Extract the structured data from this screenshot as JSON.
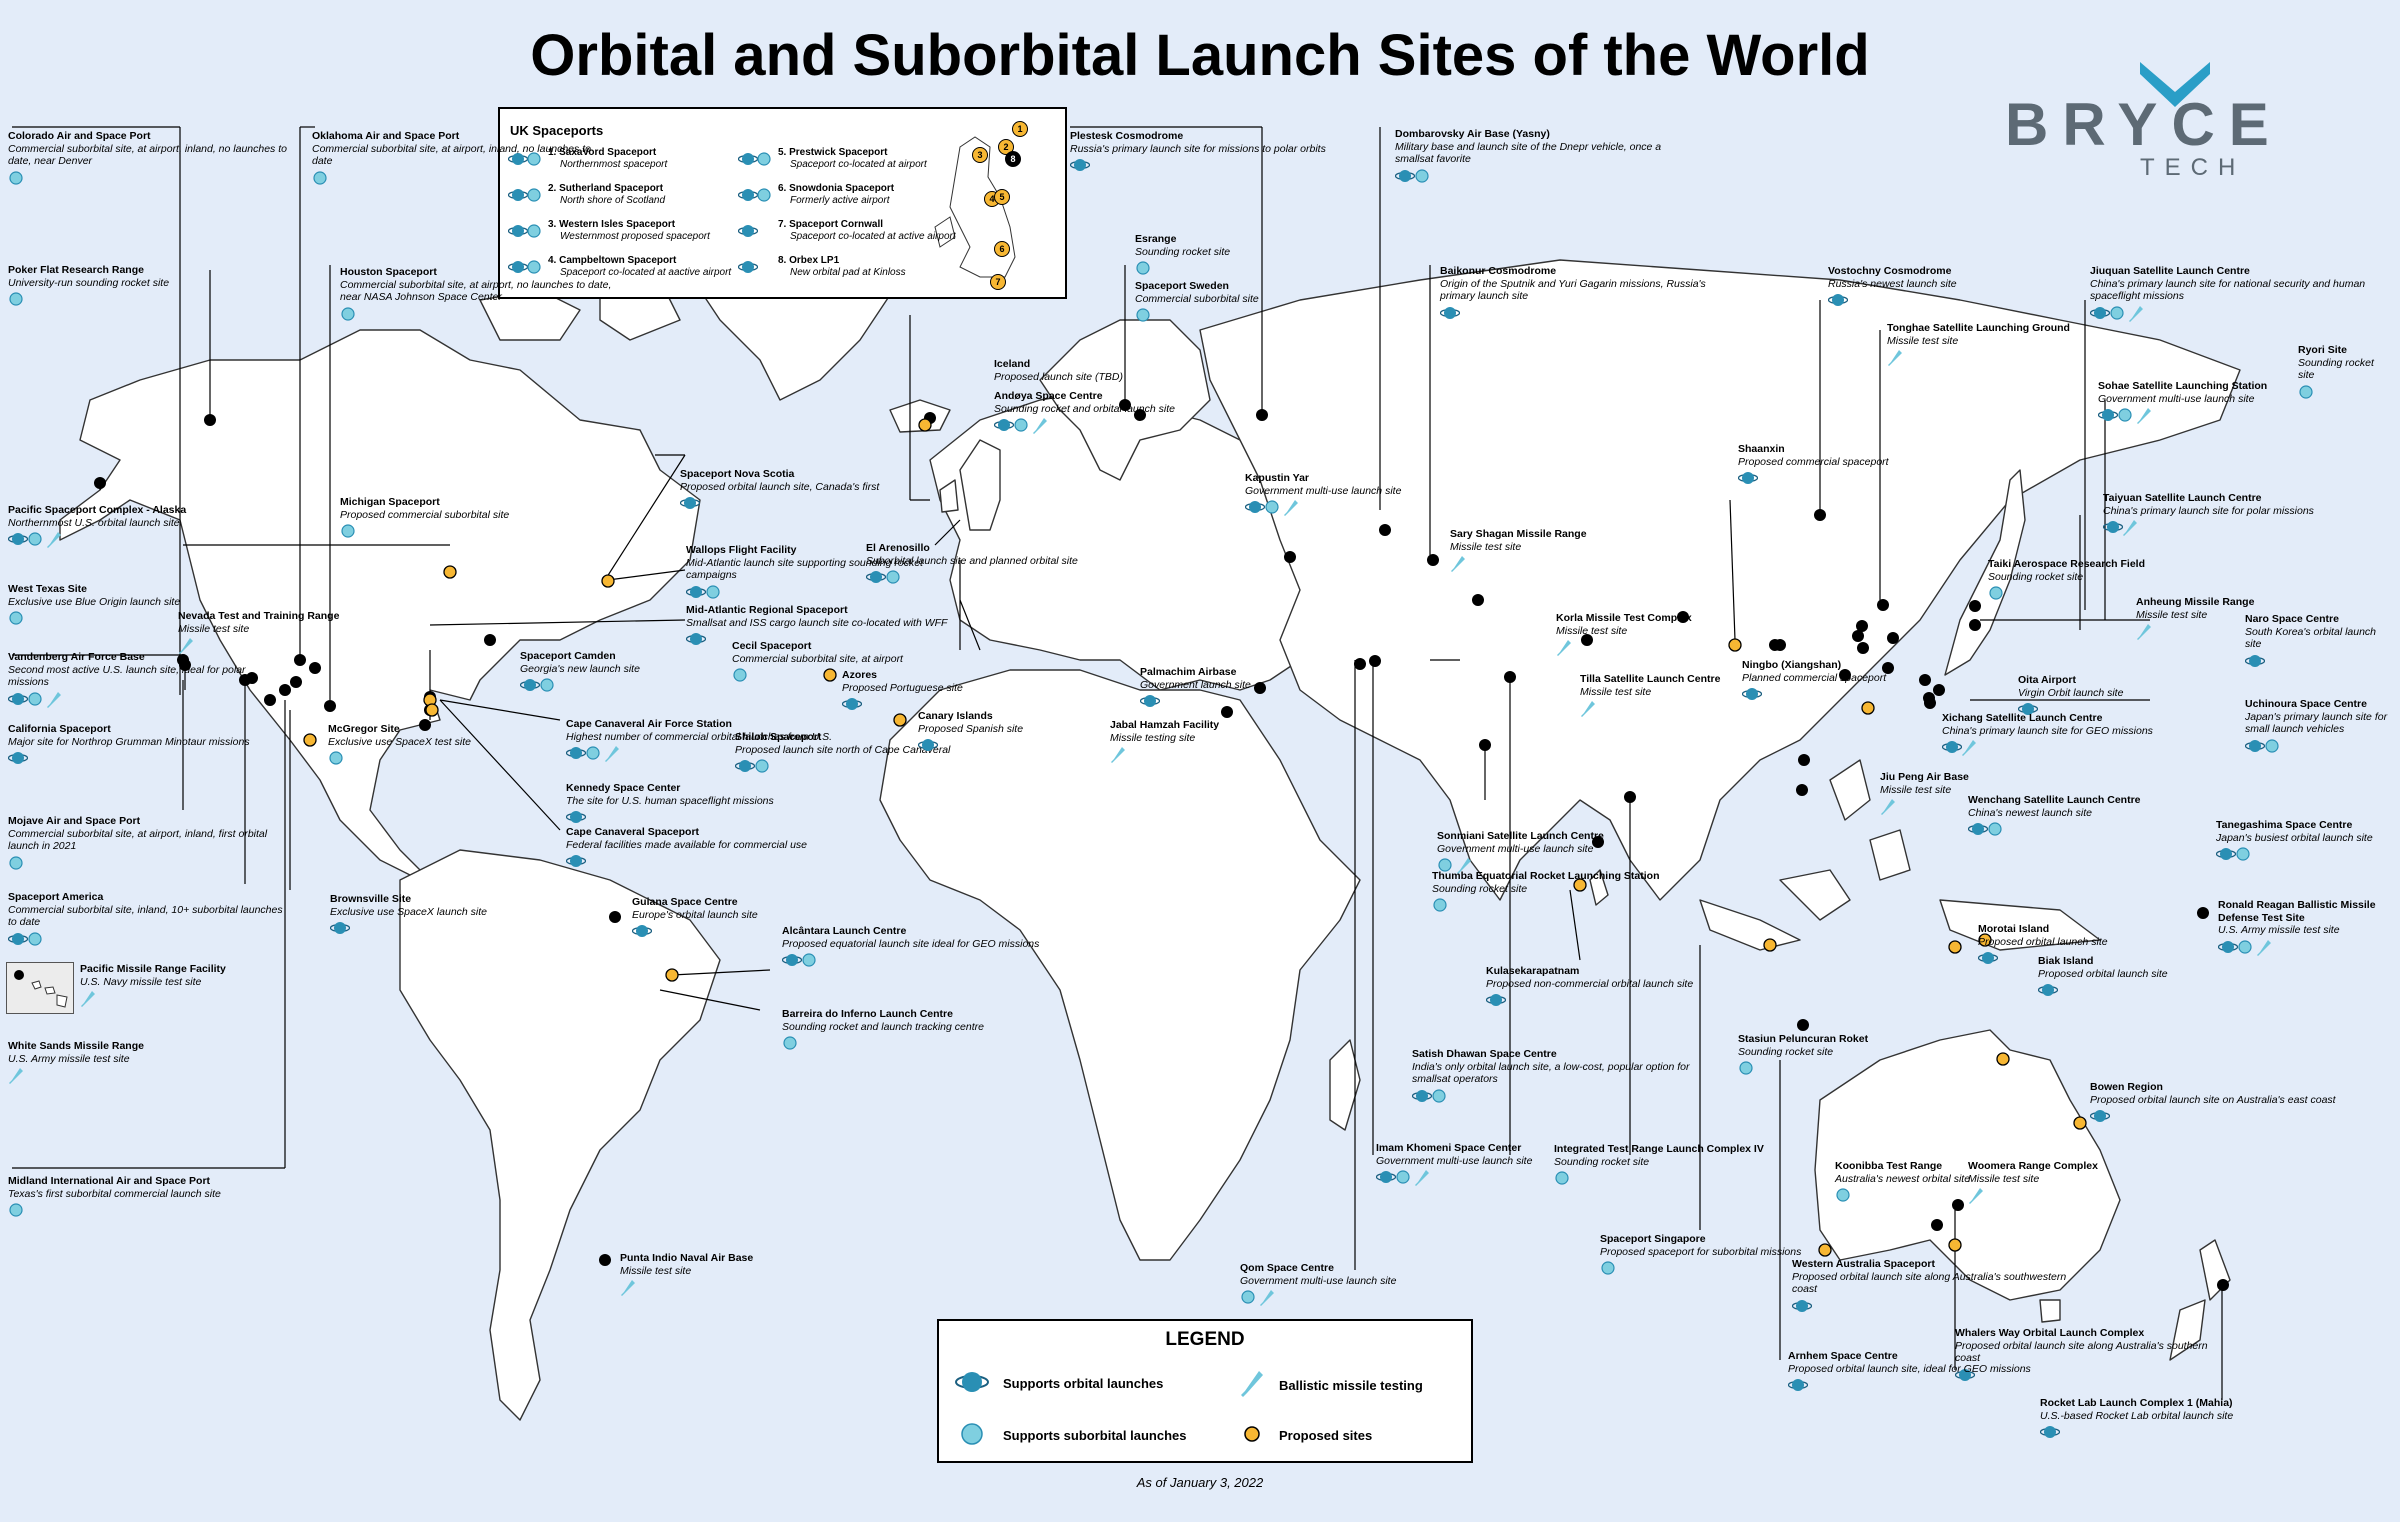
{
  "title": "Orbital and Suborbital Launch Sites of the World",
  "logo": {
    "brand": "BRYCE",
    "sub": "TECH"
  },
  "colors": {
    "ocean": "#e3ecf9",
    "land": "#ffffff",
    "orbital": "#2a8fb4",
    "suborbital": "#7fcfe0",
    "missile": "#6fc6dc",
    "proposed": "#f7b733",
    "site": "#000000"
  },
  "uk": {
    "title": "UK Spaceports",
    "items": [
      {
        "name": "1. SaxaVord Spaceport",
        "desc": "Northernmost spaceport",
        "icons": [
          "orbital-icon",
          "suborbital-icon"
        ]
      },
      {
        "name": "2. Sutherland Spaceport",
        "desc": "North shore of Scotland",
        "icons": [
          "orbital-icon",
          "suborbital-icon"
        ]
      },
      {
        "name": "3. Western Isles Spaceport",
        "desc": "Westernmost proposed spaceport",
        "icons": [
          "orbital-icon",
          "suborbital-icon"
        ]
      },
      {
        "name": "4. Campbeltown Spaceport",
        "desc": "Spaceport co-located at aactive airport",
        "icons": [
          "orbital-icon",
          "suborbital-icon"
        ]
      },
      {
        "name": "5. Prestwick Spaceport",
        "desc": "Spaceport co-located at airport",
        "icons": [
          "orbital-icon",
          "suborbital-icon"
        ]
      },
      {
        "name": "6. Snowdonia Spaceport",
        "desc": "Formerly active airport",
        "icons": [
          "orbital-icon",
          "suborbital-icon"
        ]
      },
      {
        "name": "7. Spaceport Cornwall",
        "desc": "Spaceport co-located at active airport",
        "icons": [
          "orbital-icon"
        ]
      },
      {
        "name": "8. Orbex LP1",
        "desc": "New orbital pad at Kinloss",
        "icons": [
          "orbital-icon"
        ]
      }
    ],
    "markers": [
      "1",
      "2",
      "3",
      "4",
      "5",
      "6",
      "7",
      "8"
    ]
  },
  "sites": [
    {
      "name": "Colorado Air and Space Port",
      "desc": "Commercial suborbital site, at airport, inland, no launches to date, near Denver",
      "icons": [
        "suborbital-icon"
      ]
    },
    {
      "name": "Oklahoma Air and Space Port",
      "desc": "Commercial suborbital site, at airport, inland, no launches to date",
      "icons": [
        "suborbital-icon"
      ]
    },
    {
      "name": "Poker Flat Research Range",
      "desc": "University-run sounding rocket site",
      "icons": [
        "suborbital-icon"
      ]
    },
    {
      "name": "Houston Spaceport",
      "desc": "Commercial suborbital site, at airport, no launches to date, near NASA Johnson Space Center",
      "icons": [
        "suborbital-icon"
      ]
    },
    {
      "name": "Pacific Spaceport Complex - Alaska",
      "desc": "Northernmost U.S. orbital launch site",
      "icons": [
        "orbital-icon",
        "suborbital-icon",
        "missile-icon"
      ]
    },
    {
      "name": "Michigan Spaceport",
      "desc": "Proposed commercial suborbital site",
      "icons": [
        "suborbital-icon"
      ]
    },
    {
      "name": "Spaceport Nova Scotia",
      "desc": "Proposed orbital launch site, Canada's first",
      "icons": [
        "orbital-icon"
      ]
    },
    {
      "name": "Wallops Flight Facility",
      "desc": "Mid-Atlantic launch site supporting sounding rocket campaigns",
      "icons": [
        "orbital-icon",
        "suborbital-icon"
      ]
    },
    {
      "name": "Mid-Atlantic Regional Spaceport",
      "desc": "Smallsat and ISS cargo launch site co-located with WFF",
      "icons": [
        "orbital-icon"
      ]
    },
    {
      "name": "West Texas Site",
      "desc": "Exclusive use Blue Origin launch site",
      "icons": [
        "suborbital-icon"
      ]
    },
    {
      "name": "Nevada Test and Training Range",
      "desc": "Missile test site",
      "icons": [
        "missile-icon"
      ]
    },
    {
      "name": "Vandenberg Air Force Base",
      "desc": "Second most active U.S. launch site, ideal for polar missions",
      "icons": [
        "orbital-icon",
        "suborbital-icon",
        "missile-icon"
      ]
    },
    {
      "name": "California Spaceport",
      "desc": "Major site for Northrop Grumman Minotaur missions",
      "icons": [
        "orbital-icon"
      ]
    },
    {
      "name": "Spaceport Camden",
      "desc": "Georgia's new launch site",
      "icons": [
        "orbital-icon",
        "suborbital-icon"
      ]
    },
    {
      "name": "Cecil Spaceport",
      "desc": "Commercial suborbital site, at airport",
      "icons": [
        "suborbital-icon"
      ]
    },
    {
      "name": "McGregor Site",
      "desc": "Exclusive use SpaceX test site",
      "icons": [
        "suborbital-icon"
      ]
    },
    {
      "name": "Cape Canaveral Air Force Station",
      "desc": "Highest number of commercial orbital launches from U.S.",
      "icons": [
        "orbital-icon",
        "suborbital-icon",
        "missile-icon"
      ]
    },
    {
      "name": "Shiloh Spaceport",
      "desc": "Proposed launch site north of Cape Canaveral",
      "icons": [
        "orbital-icon",
        "suborbital-icon"
      ]
    },
    {
      "name": "Kennedy Space Center",
      "desc": "The site for U.S. human spaceflight missions",
      "icons": [
        "orbital-icon"
      ]
    },
    {
      "name": "Cape Canaveral Spaceport",
      "desc": "Federal facilities made available for commercial use",
      "icons": [
        "orbital-icon"
      ]
    },
    {
      "name": "Mojave Air and Space Port",
      "desc": "Commercial suborbital site, at airport, inland, first orbital launch in 2021",
      "icons": [
        "suborbital-icon"
      ]
    },
    {
      "name": "Spaceport America",
      "desc": "Commercial suborbital site, inland, 10+ suborbital launches to date",
      "icons": [
        "orbital-icon",
        "suborbital-icon"
      ]
    },
    {
      "name": "Brownsville Site",
      "desc": "Exclusive use SpaceX launch site",
      "icons": [
        "orbital-icon"
      ]
    },
    {
      "name": "Pacific Missile Range Facility",
      "desc": "U.S. Navy missile test site",
      "icons": [
        "missile-icon"
      ]
    },
    {
      "name": "White Sands Missile Range",
      "desc": "U.S. Army missile test site",
      "icons": [
        "missile-icon"
      ]
    },
    {
      "name": "Midland International Air and Space Port",
      "desc": "Texas's first suborbital commercial launch site",
      "icons": [
        "suborbital-icon"
      ]
    },
    {
      "name": "Guiana Space Centre",
      "desc": "Europe's orbital launch site",
      "icons": [
        "orbital-icon"
      ]
    },
    {
      "name": "Alcântara Launch Centre",
      "desc": "Proposed equatorial launch site ideal for GEO missions",
      "icons": [
        "orbital-icon",
        "suborbital-icon"
      ]
    },
    {
      "name": "Barreira do Inferno Launch Centre",
      "desc": "Sounding rocket and launch tracking centre",
      "icons": [
        "suborbital-icon"
      ]
    },
    {
      "name": "Punta Indio Naval Air Base",
      "desc": "Missile test site",
      "icons": [
        "missile-icon"
      ]
    },
    {
      "name": "Azores",
      "desc": "Proposed Portuguese site",
      "icons": [
        "orbital-icon"
      ]
    },
    {
      "name": "Canary Islands",
      "desc": "Proposed Spanish site",
      "icons": [
        "orbital-icon"
      ]
    },
    {
      "name": "Iceland",
      "desc": "Proposed launch site (TBD)",
      "icons": []
    },
    {
      "name": "Andøya Space Centre",
      "desc": "Sounding rocket and orbital launch site",
      "icons": [
        "orbital-icon",
        "suborbital-icon",
        "missile-icon"
      ]
    },
    {
      "name": "Esrange",
      "desc": "Sounding rocket site",
      "icons": [
        "suborbital-icon"
      ]
    },
    {
      "name": "Spaceport Sweden",
      "desc": "Commercial suborbital site",
      "icons": [
        "suborbital-icon"
      ]
    },
    {
      "name": "Plestesk Cosmodrome",
      "desc": "Russia's primary launch site for missions to polar orbits",
      "icons": [
        "orbital-icon"
      ]
    },
    {
      "name": "El Arenosillo",
      "desc": "Suborbital launch site and planned orbital site",
      "icons": [
        "orbital-icon",
        "suborbital-icon"
      ]
    },
    {
      "name": "Palmachim Airbase",
      "desc": "Government launch site",
      "icons": [
        "orbital-icon"
      ]
    },
    {
      "name": "Jabal Hamzah Facility",
      "desc": "Missile testing site",
      "icons": [
        "missile-icon"
      ]
    },
    {
      "name": "Kapustin Yar",
      "desc": "Government multi-use launch site",
      "icons": [
        "orbital-icon",
        "suborbital-icon",
        "missile-icon"
      ]
    },
    {
      "name": "Dombarovsky Air Base (Yasny)",
      "desc": "Military base and launch site of the Dnepr vehicle, once a smallsat favorite",
      "icons": [
        "orbital-icon",
        "suborbital-icon"
      ]
    },
    {
      "name": "Baikonur Cosmodrome",
      "desc": "Origin of the Sputnik and Yuri Gagarin missions, Russia's primary launch site",
      "icons": [
        "orbital-icon"
      ]
    },
    {
      "name": "Sary Shagan Missile Range",
      "desc": "Missile test site",
      "icons": [
        "missile-icon"
      ]
    },
    {
      "name": "Korla Missile Test Complex",
      "desc": "Missile test site",
      "icons": [
        "missile-icon"
      ]
    },
    {
      "name": "Tilla Satellite Launch Centre",
      "desc": "Missile test site",
      "icons": [
        "missile-icon"
      ]
    },
    {
      "name": "Sonmiani Satellite Launch Centre",
      "desc": "Government multi-use launch site",
      "icons": [
        "suborbital-icon",
        "missile-icon"
      ]
    },
    {
      "name": "Thumba Equatorial Rocket Launching Station",
      "desc": "Sounding rocket site",
      "icons": [
        "suborbital-icon"
      ]
    },
    {
      "name": "Kulasekarapatnam",
      "desc": "Proposed non-commercial orbital launch site",
      "icons": [
        "orbital-icon"
      ]
    },
    {
      "name": "Satish Dhawan Space Centre",
      "desc": "India's only orbital launch site, a low-cost, popular option for smallsat operators",
      "icons": [
        "orbital-icon",
        "suborbital-icon"
      ]
    },
    {
      "name": "Imam Khomeni Space Center",
      "desc": "Government multi-use launch site",
      "icons": [
        "orbital-icon",
        "suborbital-icon",
        "missile-icon"
      ]
    },
    {
      "name": "Integrated Test Range Launch Complex IV",
      "desc": "Sounding rocket site",
      "icons": [
        "suborbital-icon"
      ]
    },
    {
      "name": "Qom Space Centre",
      "desc": "Government multi-use launch site",
      "icons": [
        "suborbital-icon",
        "missile-icon"
      ]
    },
    {
      "name": "Spaceport Singapore",
      "desc": "Proposed spaceport for suborbital missions",
      "icons": [
        "suborbital-icon"
      ]
    },
    {
      "name": "Shaanxin",
      "desc": "Proposed commercial spaceport",
      "icons": [
        "orbital-icon"
      ]
    },
    {
      "name": "Vostochny Cosmodrome",
      "desc": "Russia's newest launch site",
      "icons": [
        "orbital-icon"
      ]
    },
    {
      "name": "Tonghae Satellite Launching Ground",
      "desc": "Missile test site",
      "icons": [
        "missile-icon"
      ]
    },
    {
      "name": "Jiuquan Satellite Launch Centre",
      "desc": "China's primary launch site for national security and human spaceflight missions",
      "icons": [
        "orbital-icon",
        "suborbital-icon",
        "missile-icon"
      ]
    },
    {
      "name": "Ryori Site",
      "desc": "Sounding rocket site",
      "icons": [
        "suborbital-icon"
      ]
    },
    {
      "name": "Sohae Satellite Launching Station",
      "desc": "Government multi-use launch site",
      "icons": [
        "orbital-icon",
        "suborbital-icon",
        "missile-icon"
      ]
    },
    {
      "name": "Taiyuan Satellite Launch Centre",
      "desc": "China's primary launch site for polar missions",
      "icons": [
        "orbital-icon",
        "missile-icon"
      ]
    },
    {
      "name": "Taiki Aerospace Research Field",
      "desc": "Sounding rocket site",
      "icons": [
        "suborbital-icon"
      ]
    },
    {
      "name": "Anheung Missile Range",
      "desc": "Missile test site",
      "icons": [
        "missile-icon"
      ]
    },
    {
      "name": "Naro Space Centre",
      "desc": "South Korea's orbital launch site",
      "icons": [
        "orbital-icon"
      ]
    },
    {
      "name": "Ningbo (Xiangshan)",
      "desc": "Planned commercial spaceport",
      "icons": [
        "orbital-icon"
      ]
    },
    {
      "name": "Oita Airport",
      "desc": "Virgin Orbit launch site",
      "icons": [
        "orbital-icon"
      ]
    },
    {
      "name": "Uchinoura Space Centre",
      "desc": "Japan's primary launch site for small launch vehicles",
      "icons": [
        "orbital-icon",
        "suborbital-icon"
      ]
    },
    {
      "name": "Xichang Satellite Launch Centre",
      "desc": "China's primary launch site for GEO missions",
      "icons": [
        "orbital-icon",
        "missile-icon"
      ]
    },
    {
      "name": "Jiu Peng Air Base",
      "desc": "Missile test site",
      "icons": [
        "missile-icon"
      ]
    },
    {
      "name": "Wenchang Satellite Launch Centre",
      "desc": "China's newest launch site",
      "icons": [
        "orbital-icon",
        "suborbital-icon"
      ]
    },
    {
      "name": "Tanegashima Space Centre",
      "desc": "Japan's busiest orbital launch site",
      "icons": [
        "orbital-icon",
        "suborbital-icon"
      ]
    },
    {
      "name": "Ronald Reagan Ballistic Missile Defense Test Site",
      "desc": "U.S. Army missile test site",
      "icons": [
        "orbital-icon",
        "suborbital-icon",
        "missile-icon"
      ]
    },
    {
      "name": "Morotai Island",
      "desc": "Proposed orbital launch site",
      "icons": [
        "orbital-icon"
      ]
    },
    {
      "name": "Biak Island",
      "desc": "Proposed orbital launch site",
      "icons": [
        "orbital-icon"
      ]
    },
    {
      "name": "Stasiun Peluncuran Roket",
      "desc": "Sounding rocket site",
      "icons": [
        "suborbital-icon"
      ]
    },
    {
      "name": "Bowen Region",
      "desc": "Proposed orbital launch site on Australia's east coast",
      "icons": [
        "orbital-icon"
      ]
    },
    {
      "name": "Koonibba Test Range",
      "desc": "Australia's newest orbital site",
      "icons": [
        "suborbital-icon"
      ]
    },
    {
      "name": "Woomera Range Complex",
      "desc": "Missile test site",
      "icons": [
        "missile-icon"
      ]
    },
    {
      "name": "Western Australia Spaceport",
      "desc": "Proposed orbital launch site along Australia's southwestern coast",
      "icons": [
        "orbital-icon"
      ]
    },
    {
      "name": "Whalers Way Orbital Launch Complex",
      "desc": "Proposed orbital launch site along Australia's southern coast",
      "icons": [
        "orbital-icon"
      ]
    },
    {
      "name": "Arnhem Space Centre",
      "desc": "Proposed orbital launch site, ideal for GEO missions",
      "icons": [
        "orbital-icon"
      ]
    },
    {
      "name": "Rocket Lab Launch Complex 1 (Mahia)",
      "desc": "U.S.-based Rocket Lab orbital launch site",
      "icons": [
        "orbital-icon"
      ]
    }
  ],
  "legend": {
    "title": "LEGEND",
    "orbital": "Supports orbital launches",
    "suborbital": "Supports suborbital launches",
    "missile": "Ballistic missile testing",
    "proposed": "Proposed sites"
  },
  "as_of": "As of January 3, 2022"
}
